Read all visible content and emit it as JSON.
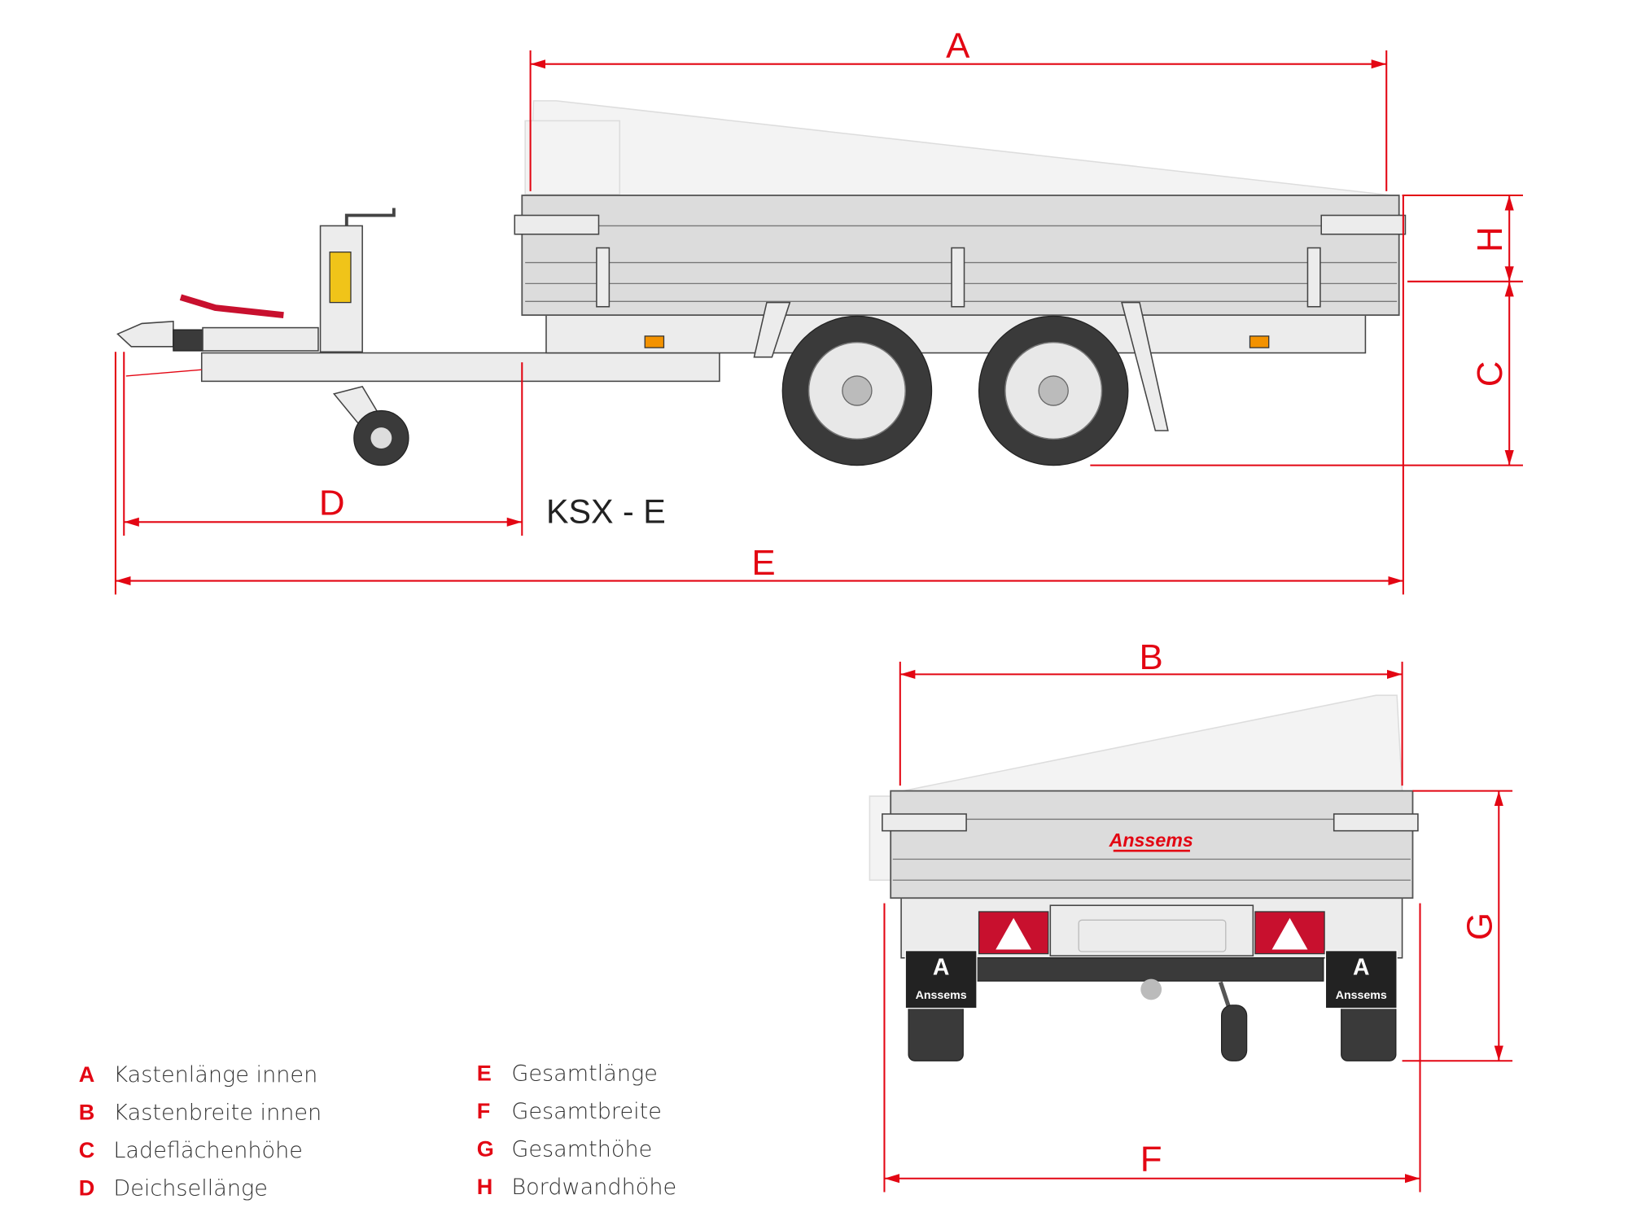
{
  "diagram": {
    "model": "KSX - E",
    "brand": "Anssems",
    "accent_color": "#e30613",
    "dimensions": {
      "A": "A",
      "B": "B",
      "C": "C",
      "D": "D",
      "E": "E",
      "F": "F",
      "G": "G",
      "H": "H"
    }
  },
  "legend": [
    {
      "key": "A",
      "label": "Kastenlänge innen"
    },
    {
      "key": "B",
      "label": "Kastenbreite innen"
    },
    {
      "key": "C",
      "label": "Ladeflächenhöhe"
    },
    {
      "key": "D",
      "label": "Deichsellänge"
    },
    {
      "key": "E",
      "label": "Gesamtlänge"
    },
    {
      "key": "F",
      "label": "Gesamtbreite"
    },
    {
      "key": "G",
      "label": "Gesamthöhe"
    },
    {
      "key": "H",
      "label": "Bordwandhöhe"
    }
  ]
}
